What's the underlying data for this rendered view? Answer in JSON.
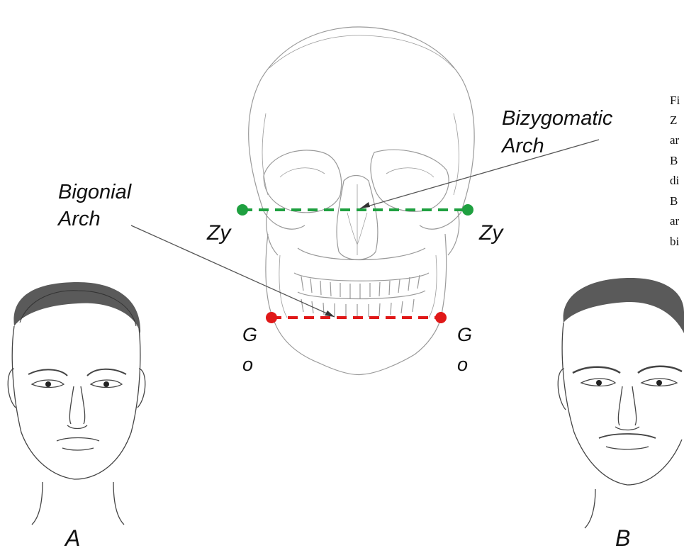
{
  "labels": {
    "bizygomatic_line1": "Bizygomatic",
    "bizygomatic_line2": "Arch",
    "bigonial_line1": "Bigonial",
    "bigonial_line2": "Arch",
    "zy_left": "Zy",
    "zy_right": "Zy",
    "go_left_g": "G",
    "go_left_o": "o",
    "go_right_g": "G",
    "go_right_o": "o",
    "face_a": "A",
    "face_b": "B"
  },
  "caption_fragments": [
    "Fi",
    "Z",
    "ar",
    "B",
    "di",
    "B",
    "ar",
    "bi"
  ],
  "colors": {
    "bizygomatic_line": "#1fa040",
    "bigonial_line": "#e01818",
    "drawing": "#9a9a9a",
    "hair": "#555555"
  }
}
